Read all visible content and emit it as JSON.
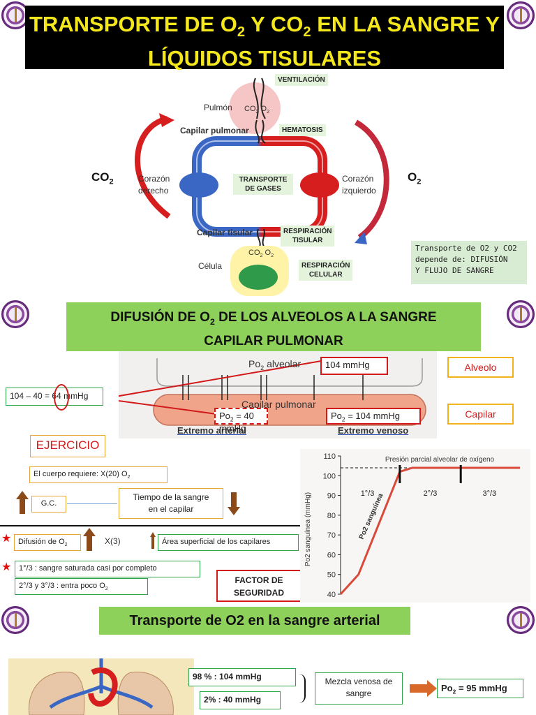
{
  "header": {
    "title_part1": "TRANSPORTE DE O",
    "title_sub1": "2",
    "title_part2": " Y CO",
    "title_sub2": "2",
    "title_part3": " EN LA SANGRE Y",
    "title_line2": "LÍQUIDOS TISULARES"
  },
  "diagram": {
    "ventilacion": "VENTILACIÓN",
    "pulmon": "Pulmón",
    "co2": "CO",
    "o2": "O",
    "sub2": "2",
    "capilar_pulmonar": "Capilar pulmonar",
    "hematosis": "HEMATOSIS",
    "corazon_derecho_1": "Corazón",
    "corazon_derecho_2": "derecho",
    "transporte_1": "TRANSPORTE",
    "transporte_2": "DE GASES",
    "corazon_izquierdo_1": "Corazón",
    "corazon_izquierdo_2": "izquierdo",
    "capilar_tisular": "Capilar tisular",
    "respiracion_tisular_1": "RESPIRACIÓN",
    "respiracion_tisular_2": "TISULAR",
    "celula": "Célula",
    "respiracion_celular_1": "RESPIRACIÓN",
    "respiracion_celular_2": "CELULAR",
    "side_co2": "CO",
    "side_o2": "O"
  },
  "note": {
    "text1": "Transporte de O2 y CO2",
    "text2": "depende de: DIFUSIÓN",
    "text3": "Y FLUJO DE SANGRE"
  },
  "section2": {
    "title_part1": "DIFUSIÓN DE O",
    "title_sub": "2",
    "title_part2": " DE LOS ALVEOLOS A LA SANGRE",
    "title_line2": "CAPILAR PULMONAR",
    "po2_alveolar": "Po",
    "po2_alveolar_rest": " alveolar",
    "po2_alveolar_value": "104 mmHg",
    "capilar_pulmonar": "Capilar pulmonar",
    "po2_capilar_low": "Po",
    "po2_capilar_low_rest": " = 40 mmHg",
    "po2_capilar_high": "Po",
    "po2_capilar_high_rest": " = 104 mmHg",
    "extremo_arterial": "Extremo arterial",
    "extremo_venoso": "Extremo venoso",
    "calc": "104 – 40 = 64 mmHg",
    "alveolo": "Alveolo",
    "capilar": "Capilar"
  },
  "ejercicio": {
    "title": "EJERCICIO",
    "cuerpo": "El cuerpo requiere: X(20) O",
    "gc": "G.C.",
    "tiempo_1": "Tiempo de la sangre",
    "tiempo_2": "en el capilar",
    "difusion": "Difusión de O",
    "x3": "X(3)",
    "area": "Área superficial de los capilares",
    "tercio1": "1°/3 : sangre saturada casi por completo",
    "tercio23": "2°/3 y 3°/3 : entra poco O",
    "factor_1": "FACTOR DE",
    "factor_2": "SEGURIDAD"
  },
  "chart_data": {
    "type": "line",
    "title": "Presión parcial alveolar de oxígeno",
    "ylabel": "Po2 sanguínea (mmHg)",
    "series_label": "Po2 sanguínea",
    "ylim": [
      40,
      110
    ],
    "yticks": [
      40,
      50,
      60,
      70,
      80,
      90,
      100,
      110
    ],
    "x": [
      0,
      0.1,
      0.33,
      0.4,
      0.67,
      1.0
    ],
    "y": [
      40,
      50,
      102,
      104,
      104,
      104
    ],
    "alveolar_reference": 104,
    "segments": [
      "1°/3",
      "2°/3",
      "3°/3"
    ]
  },
  "section3": {
    "title": "Transporte de O2 en la sangre arterial",
    "pct98": "98 % : 104 mmHg",
    "pct2": "2% : 40 mmHg",
    "mezcla_1": "Mezcla venosa de",
    "mezcla_2": "sangre",
    "result": "Po",
    "result_rest": " = 95 mmHg"
  }
}
